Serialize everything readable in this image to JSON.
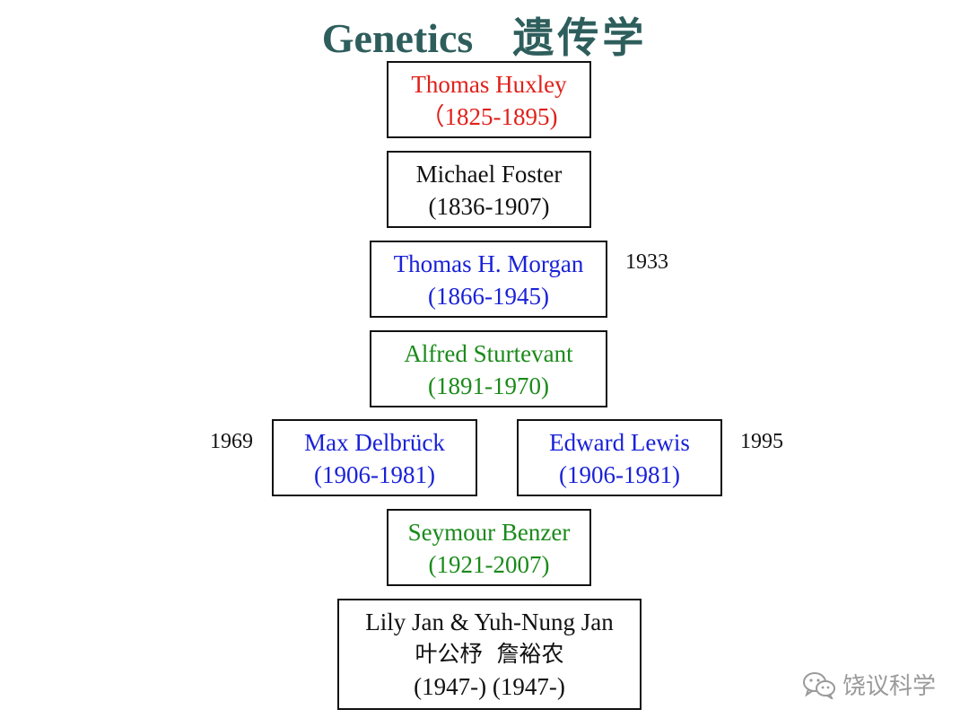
{
  "title": {
    "en": "Genetics",
    "cn": "遗传学",
    "color": "#2e5e5c"
  },
  "colors": {
    "red": "#e0201a",
    "black": "#111111",
    "blue": "#1a22d8",
    "green": "#1a8a1a"
  },
  "people": [
    {
      "name": "Thomas Huxley",
      "years": "（1825-1895)",
      "color": "#e0201a"
    },
    {
      "name": "Michael Foster",
      "years": "(1836-1907)",
      "color": "#111111"
    },
    {
      "name": "Thomas H. Morgan",
      "years": "(1866-1945)",
      "color": "#1a22d8",
      "nobel": "1933"
    },
    {
      "name": "Alfred Sturtevant",
      "years": "(1891-1970)",
      "color": "#1a8a1a"
    },
    {
      "name": "Max Delbrück",
      "years": "(1906-1981)",
      "color": "#1a22d8",
      "nobel": "1969"
    },
    {
      "name": "Edward Lewis",
      "years": "(1906-1981)",
      "color": "#1a22d8",
      "nobel": "1995"
    },
    {
      "name": "Seymour Benzer",
      "years": "(1921-2007)",
      "color": "#1a8a1a"
    },
    {
      "name": "Lily Jan & Yuh-Nung Jan",
      "cn_name": "叶公杼  詹裕农",
      "years": "(1947-) (1947-)",
      "color": "#111111"
    }
  ],
  "watermark": {
    "text": "饶议科学",
    "icon": "wechat-icon"
  }
}
